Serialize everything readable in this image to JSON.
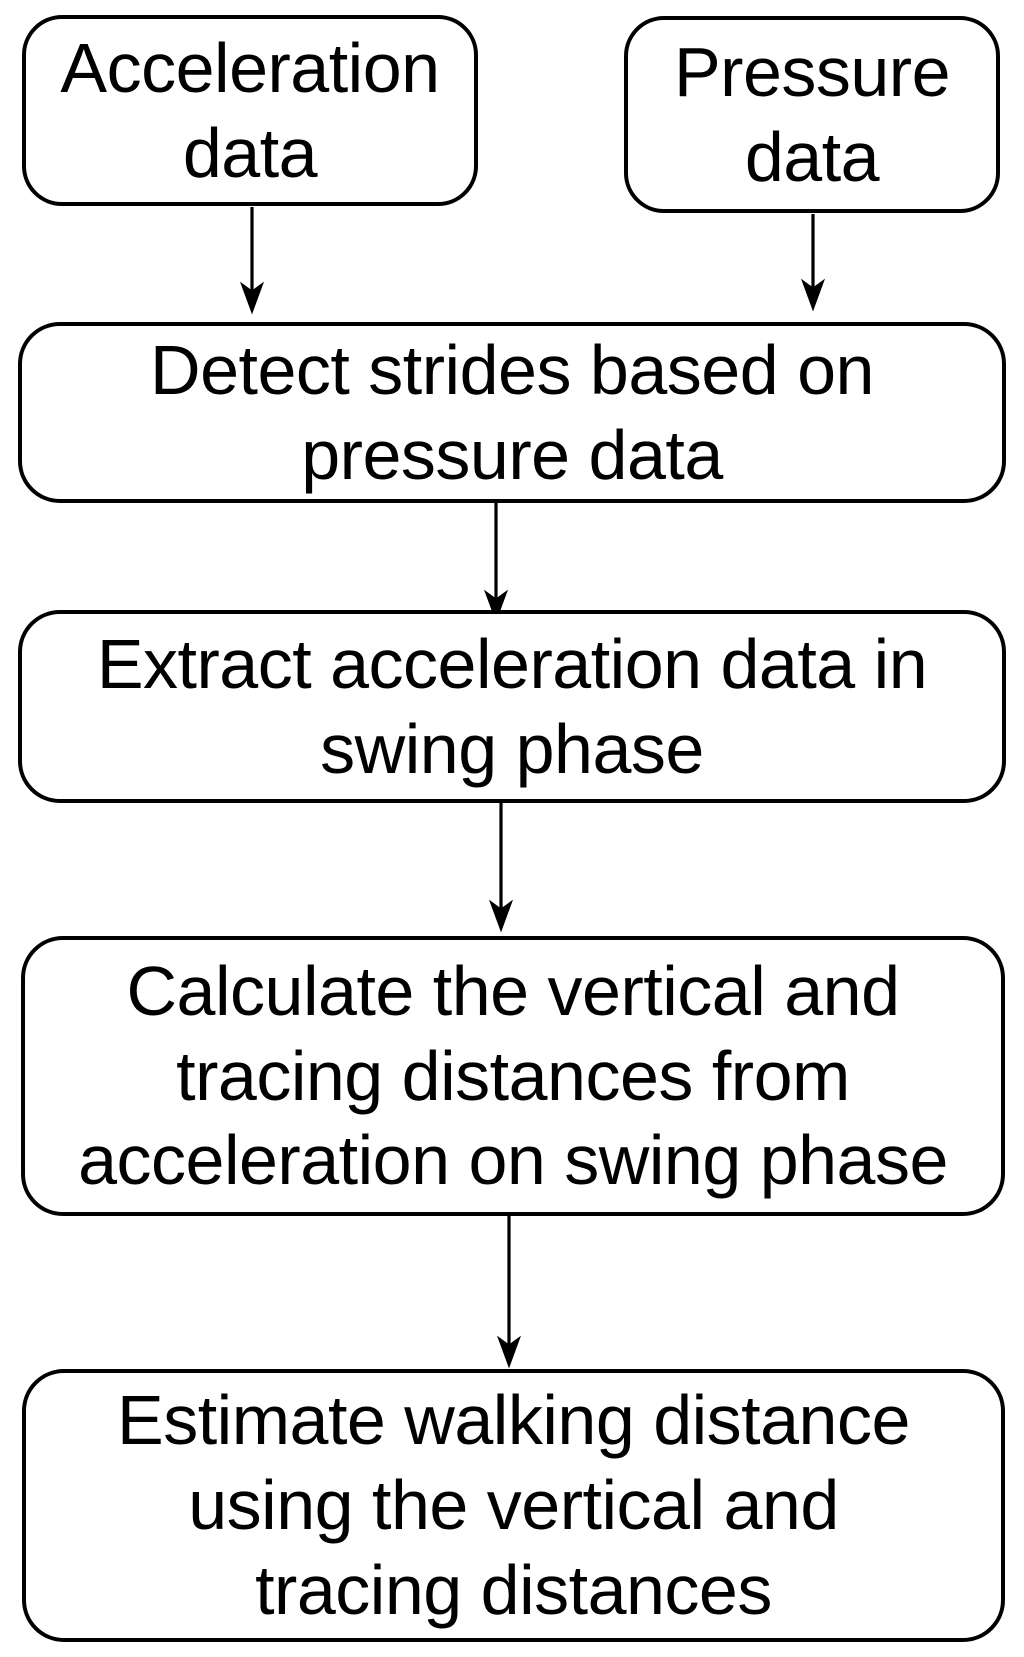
{
  "page": {
    "background_color": "#ffffff"
  },
  "diagram": {
    "type": "flowchart",
    "stroke_color": "#000000",
    "text_color": "#000000",
    "node_fill_color": "#ffffff",
    "nodes": [
      {
        "id": "acceleration-data",
        "label": "Acceleration\ndata"
      },
      {
        "id": "pressure-data",
        "label": "Pressure\ndata"
      },
      {
        "id": "detect-strides",
        "label": "Detect strides based on\npressure data"
      },
      {
        "id": "extract-swing-acceleration",
        "label": "Extract acceleration data in\nswing phase"
      },
      {
        "id": "calculate-distances",
        "label": "Calculate the vertical and\ntracing distances from\nacceleration on swing phase"
      },
      {
        "id": "estimate-walking-distance",
        "label": "Estimate walking distance\nusing the vertical and\ntracing distances"
      }
    ],
    "edges": [
      {
        "from": "acceleration-data",
        "to": "detect-strides"
      },
      {
        "from": "pressure-data",
        "to": "detect-strides"
      },
      {
        "from": "detect-strides",
        "to": "extract-swing-acceleration"
      },
      {
        "from": "extract-swing-acceleration",
        "to": "calculate-distances"
      },
      {
        "from": "calculate-distances",
        "to": "estimate-walking-distance"
      }
    ]
  }
}
